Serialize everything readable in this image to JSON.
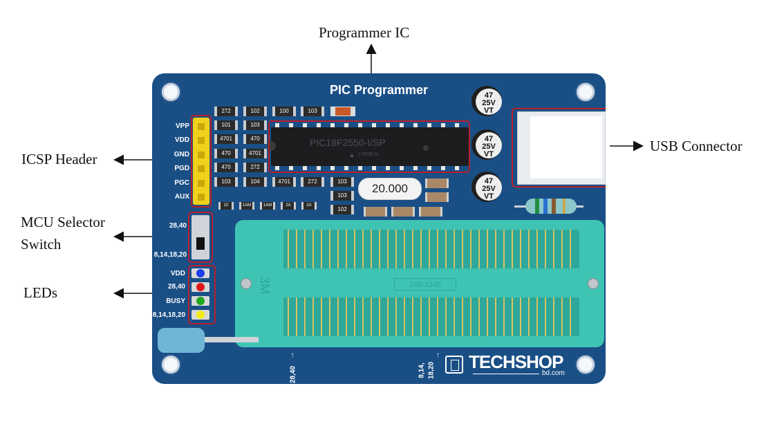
{
  "callouts": {
    "programmer_ic": "Programmer IC",
    "icsp_header": "ICSP Header",
    "usb_connector": "USB Connector",
    "mcu_selector_line1": "MCU Selector",
    "mcu_selector_line2": "Switch",
    "leds": "LEDs"
  },
  "board": {
    "title": "PIC Programmer",
    "color": "#1a4f86",
    "icsp_pins": [
      "VPP",
      "VDD",
      "GND",
      "PGD",
      "PGC",
      "AUX"
    ],
    "switch_labels": {
      "top": "28,40",
      "bottom": "8,14,18,20"
    },
    "led_labels": [
      "VDD",
      "28,40",
      "BUSY",
      "8,14,18,20"
    ],
    "led_colors": [
      "#1b3df0",
      "#e01616",
      "#1fa61f",
      "#f3ea1a"
    ],
    "resistors_top_row": [
      "272",
      "102",
      "100",
      "103"
    ],
    "resistors_left_col1": [
      "101",
      "4701",
      "470",
      "470",
      "103"
    ],
    "resistors_left_col2": [
      "103",
      "470",
      "4701",
      "272",
      "104"
    ],
    "resistors_bottom_row": [
      "4701",
      "272",
      "103"
    ],
    "resistors_right_col": [
      "103",
      "102"
    ],
    "small_parts": [
      "10",
      "1AM",
      "1AM",
      "2A",
      "2A"
    ],
    "ic_marking": "PIC18F2550-I/SP",
    "ic_sub_marking": "1750BUV",
    "crystal": "20.000",
    "capacitor_lines": [
      "47",
      "25V",
      "VT"
    ],
    "zif_brand": "3M",
    "zif_part": "240-3345",
    "zif_bottom_labels": {
      "left": "28,40",
      "right_line1": "8,14,",
      "right_line2": "18,20"
    },
    "brand": {
      "name": "TECHSHOP",
      "sub": "bd.com"
    }
  }
}
